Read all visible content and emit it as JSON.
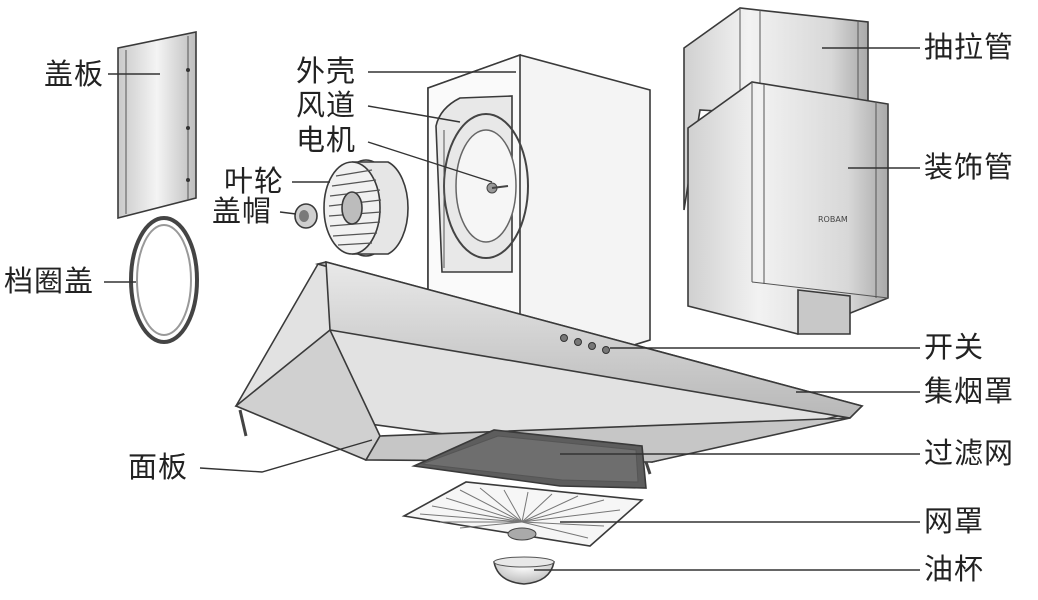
{
  "labels": {
    "cover_plate": "盖板",
    "ring_cover": "档圈盖",
    "housing": "外壳",
    "air_duct": "风道",
    "motor": "电机",
    "impeller": "叶轮",
    "cap": "盖帽",
    "pull_pipe": "抽拉管",
    "decor_pipe": "装饰管",
    "switch": "开关",
    "hood": "集烟罩",
    "panel": "面板",
    "filter": "过滤网",
    "net_cover": "网罩",
    "oil_cup": "油杯"
  },
  "brand_mark": "ROBAM",
  "colors": {
    "metal_light": "#f3f3f3",
    "metal_mid": "#d6d6d6",
    "metal_dark": "#9a9a9a",
    "filter_dark": "#5d5d5d",
    "outline": "#3a3a3a"
  }
}
